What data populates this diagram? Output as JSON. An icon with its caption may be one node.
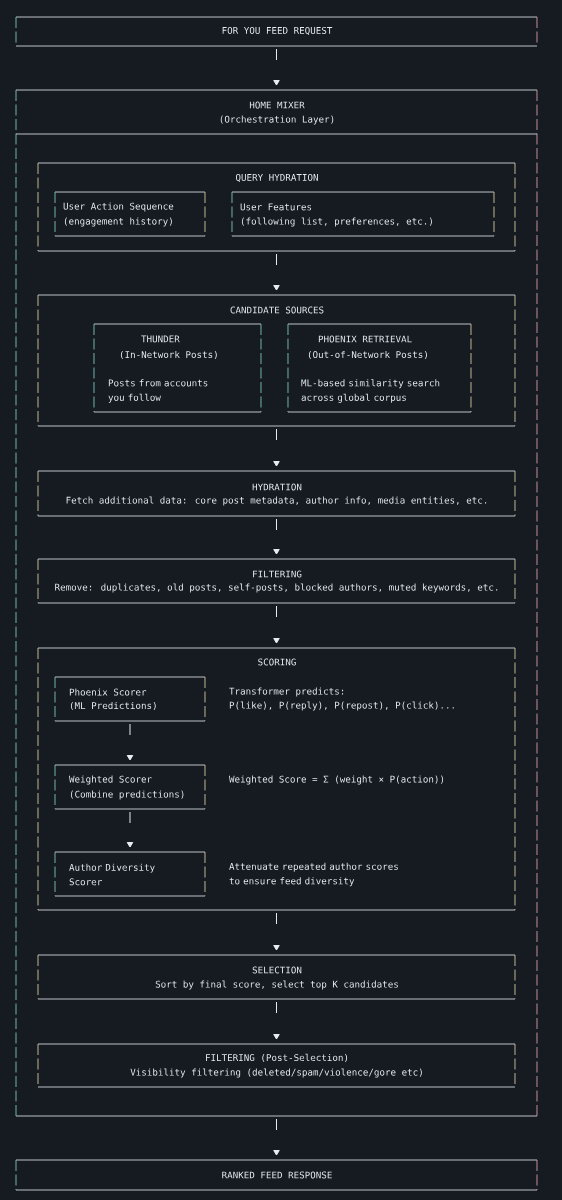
{
  "diagram": {
    "nodes": [
      {
        "text": [
          "FOR YOU FEED REQUEST"
        ]
      },
      {
        "text": [
          "HOME MIXER",
          "(Orchestration Layer)"
        ]
      },
      {
        "text": [
          "QUERY HYDRATION"
        ],
        "in": 1
      },
      {
        "text": [
          "User Action Sequence",
          "(engagement history)"
        ],
        "in": 2
      },
      {
        "text": [
          "User Features",
          "(following list, preferences, etc.)"
        ],
        "in": 2
      },
      {
        "text": [
          "CANDIDATE SOURCES"
        ],
        "in": 1
      },
      {
        "text": [
          "THUNDER",
          "(In-Network Posts)",
          "Posts from accounts you follow"
        ],
        "in": 5
      },
      {
        "text": [
          "PHOENIX RETRIEVAL",
          "(Out-of-Network Posts)",
          "ML-based similarity search across global corpus"
        ],
        "in": 5
      },
      {
        "text": [
          "HYDRATION",
          "Fetch additional data: core post metadata, author info, media entities, etc."
        ],
        "in": 1
      },
      {
        "text": [
          "FILTERING",
          "Remove: duplicates, old posts, self-posts, blocked authors, muted keywords, etc."
        ],
        "in": 1
      },
      {
        "text": [
          "SCORING"
        ],
        "in": 1
      },
      {
        "text": [
          "Phoenix Scorer",
          "(ML Predictions)"
        ],
        "in": 10,
        "beside": [
          "Transformer predicts:",
          "P(like), P(reply), P(repost), P(click)..."
        ]
      },
      {
        "text": [
          "Weighted Scorer",
          "(Combine predictions)"
        ],
        "in": 10,
        "beside": [
          "Weighted Score = Σ (weight × P(action))"
        ]
      },
      {
        "text": [
          "Author Diversity Scorer"
        ],
        "in": 10,
        "beside": [
          "Attenuate repeated author scores to ensure feed diversity"
        ]
      },
      {
        "text": [
          "SELECTION",
          "Sort by final score, select top K candidates"
        ],
        "in": 1
      },
      {
        "text": [
          "FILTERING (Post-Selection)",
          "Visibility filtering (deleted/spam/violence/gore etc)"
        ],
        "in": 1
      },
      {
        "text": [
          "RANKED FEED RESPONSE"
        ]
      }
    ],
    "edges": [
      {
        "from": 0,
        "to": 1,
        "arrow": "to"
      },
      {
        "from": 2,
        "to": 5,
        "arrow": "to"
      },
      {
        "from": 5,
        "to": 8,
        "arrow": "to"
      },
      {
        "from": 8,
        "to": 9,
        "arrow": "to"
      },
      {
        "from": 9,
        "to": 10,
        "arrow": "to"
      },
      {
        "from": 11,
        "to": 12,
        "arrow": "to"
      },
      {
        "from": 12,
        "to": 13,
        "arrow": "to"
      },
      {
        "from": 10,
        "to": 14,
        "arrow": "to"
      },
      {
        "from": 14,
        "to": 15,
        "arrow": "to"
      },
      {
        "from": 1,
        "to": 16,
        "arrow": "to"
      }
    ]
  }
}
